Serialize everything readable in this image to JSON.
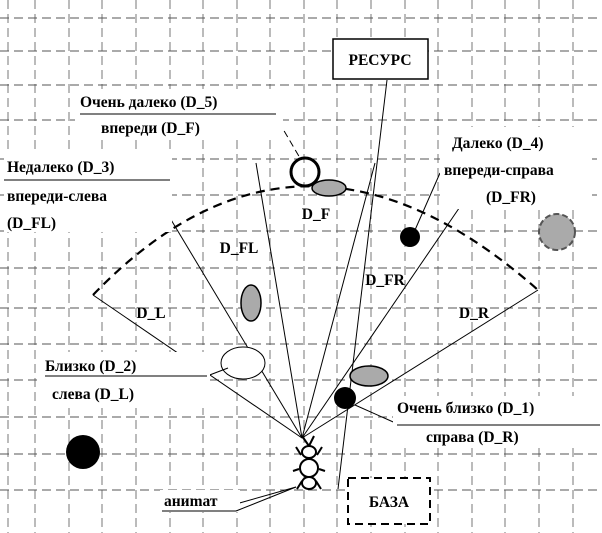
{
  "labels": {
    "resource": "РЕСУРС",
    "base": "БАЗА",
    "animat": "аниmат",
    "very_far_line1": "Очень далеко (D_5)",
    "very_far_line2": "впереди (D_F)",
    "not_far_line1": "Недалеко (D_3)",
    "not_far_line2": "впереди-слева",
    "not_far_line3": "(D_FL)",
    "far_line1": "Далеко (D_4)",
    "far_line2": "впереди-справа",
    "far_line3": "(D_FR)",
    "close_line1": "Близко (D_2)",
    "close_line2": "слева (D_L)",
    "very_close_line1": "Очень близко (D_1)",
    "very_close_line2": "справа (D_R)"
  },
  "sectors": {
    "front": "D_F",
    "front_left": "D_FL",
    "front_right": "D_FR",
    "left": "D_L",
    "right": "D_R"
  },
  "colors": {
    "grid": "#555555",
    "gray_object": "#aaaaaa",
    "black_object": "#000000",
    "background": "#ffffff"
  }
}
